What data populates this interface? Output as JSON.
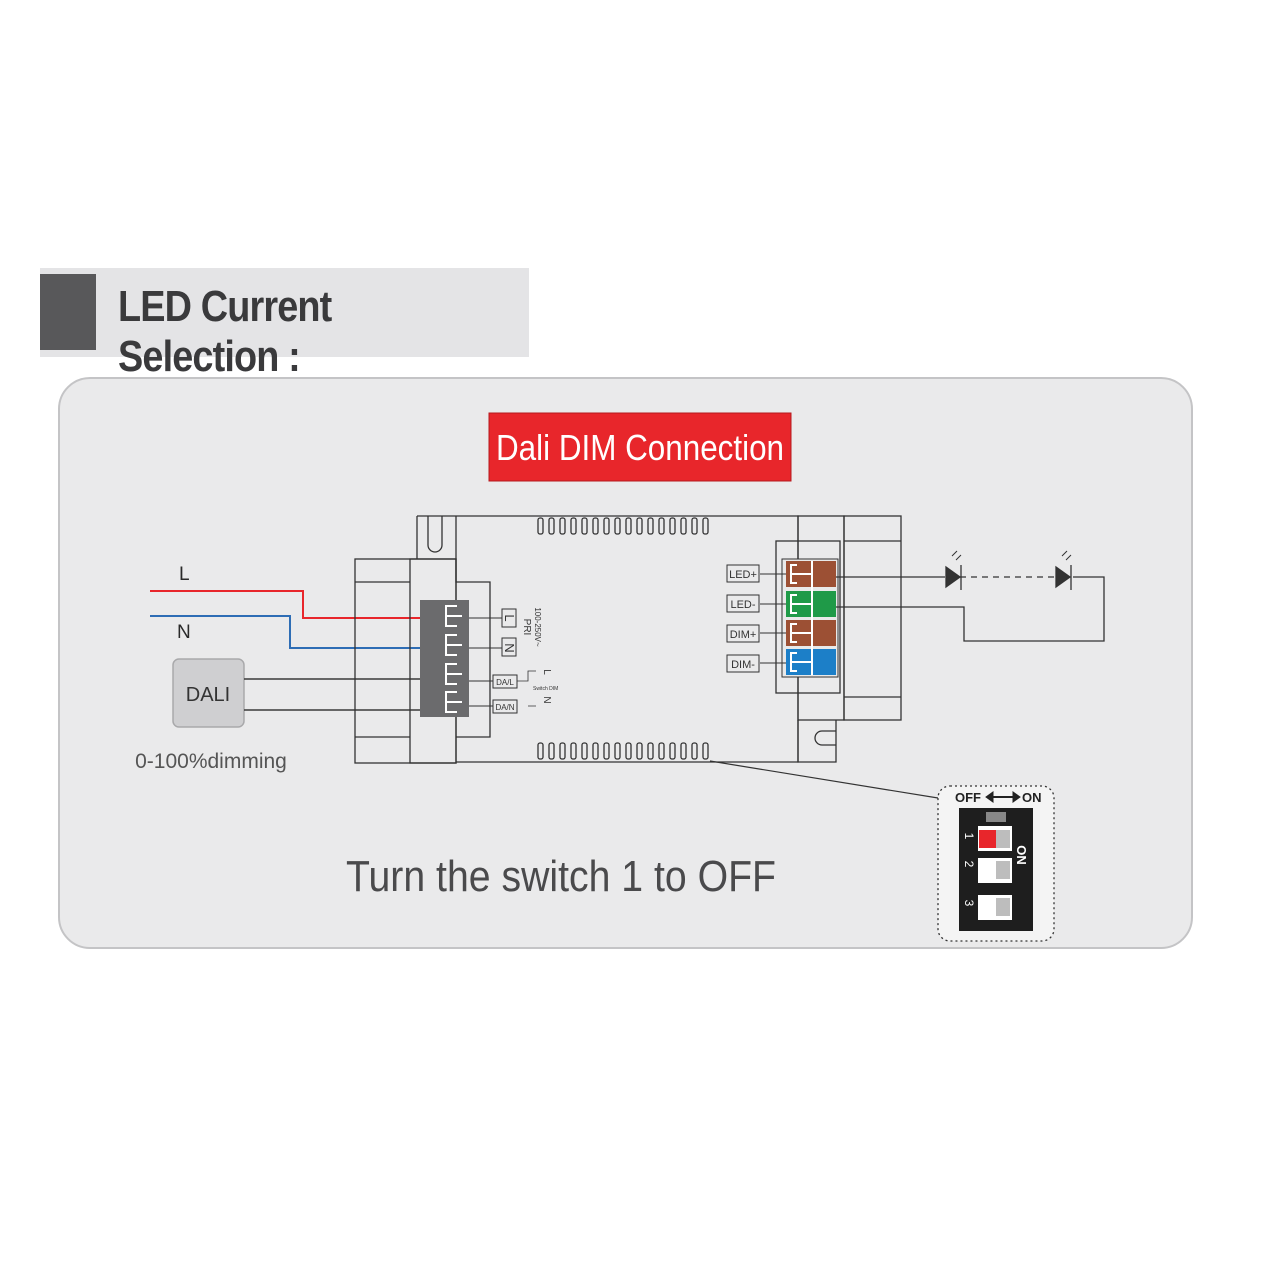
{
  "header": {
    "title": "LED Current Selection :"
  },
  "diagram": {
    "title_badge": "Dali DIM Connection",
    "inputs": {
      "line": "L",
      "neutral": "N"
    },
    "controller": {
      "label": "DALI",
      "caption": "0-100%dimming"
    },
    "driver": {
      "primary_voltage": "100-250V~",
      "primary_label": "PRI",
      "pin_l": "L",
      "pin_n": "N",
      "dali_l": "DA/L",
      "dali_n": "DA/N",
      "switch_text": "Switch DIM",
      "outputs": [
        "LED+",
        "LED-",
        "DIM+",
        "DIM-"
      ]
    },
    "dip_switch": {
      "off_label": "OFF",
      "on_label": "ON",
      "switches": [
        "1",
        "2",
        "3"
      ]
    },
    "instruction": "Turn the switch 1 to OFF"
  },
  "colors": {
    "line": "#e8262b",
    "neutral": "#2e6db5",
    "badge": "#e8262b",
    "terminal_brown": "#9c5034",
    "terminal_green": "#1f9a48",
    "terminal_blue": "#1c7fc8",
    "switch_red": "#e8262b"
  }
}
